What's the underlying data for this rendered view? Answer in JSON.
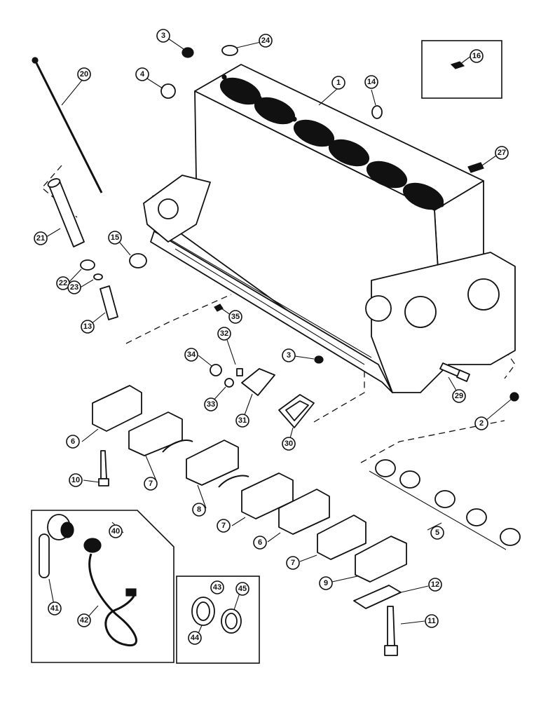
{
  "callouts": [
    "1",
    "2",
    "3",
    "3",
    "4",
    "5",
    "6",
    "6",
    "7",
    "7",
    "7",
    "8",
    "9",
    "10",
    "11",
    "12",
    "13",
    "14",
    "15",
    "16",
    "20",
    "21",
    "22",
    "23",
    "24",
    "27",
    "29",
    "30",
    "31",
    "32",
    "33",
    "34",
    "35",
    "40",
    "41",
    "42",
    "43",
    "44",
    "45"
  ]
}
